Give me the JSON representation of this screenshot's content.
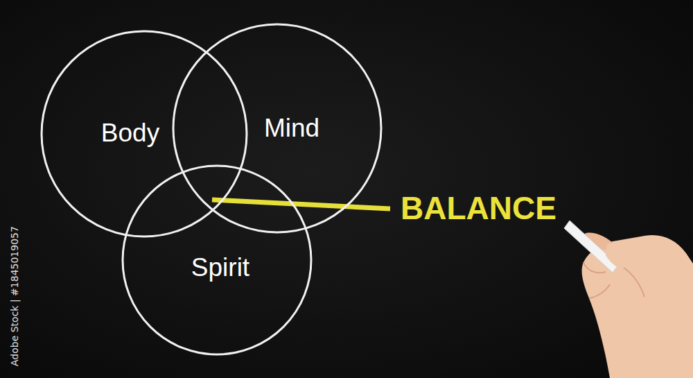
{
  "diagram": {
    "nodes": [
      {
        "text": [
          "Body"
        ]
      },
      {
        "text": [
          "Mind"
        ]
      },
      {
        "text": [
          "Spirit"
        ]
      }
    ],
    "labels": [
      "BALANCE",
      "Adobe Stock | #1845019057"
    ]
  }
}
